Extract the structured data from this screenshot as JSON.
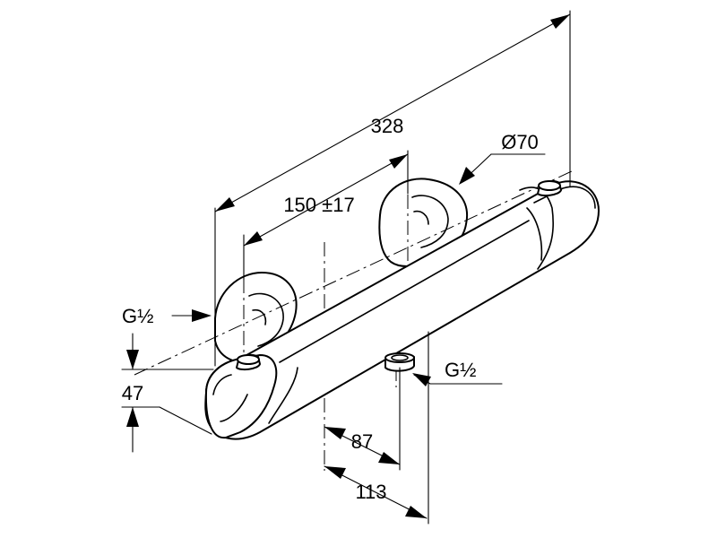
{
  "dimensions": {
    "overall_length": "328",
    "center_distance": "150 ±17",
    "diameter": "Ø70",
    "inlet_left": "G½",
    "outlet_bottom": "G½",
    "height": "47",
    "projection_short": "87",
    "projection_long": "113"
  }
}
